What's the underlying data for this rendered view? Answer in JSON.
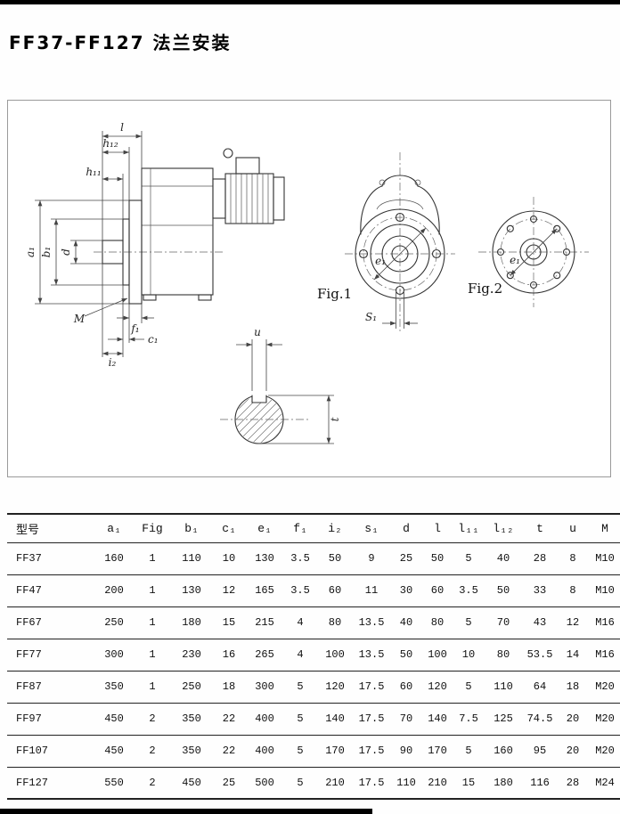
{
  "page": {
    "title": "FF37-FF127 法兰安装"
  },
  "drawing": {
    "fig1": "Fig.1",
    "fig2": "Fig.2",
    "labels": {
      "l": "l",
      "h12": "h₁₂",
      "h11": "h₁₁",
      "a1": "a₁",
      "b1": "b₁",
      "d": "d",
      "M": "M",
      "f1": "f₁",
      "i2": "i₂",
      "c1": "c₁",
      "e1": "e₁",
      "s1": "S₁",
      "u": "u",
      "t": "t"
    }
  },
  "table": {
    "headers": [
      "型号",
      "a₁",
      "Fig",
      "b₁",
      "c₁",
      "e₁",
      "f₁",
      "i₂",
      "s₁",
      "d",
      "l",
      "l₁₁",
      "l₁₂",
      "t",
      "u",
      "M"
    ],
    "rows": [
      [
        "FF37",
        "160",
        "1",
        "110",
        "10",
        "130",
        "3.5",
        "50",
        "9",
        "25",
        "50",
        "5",
        "40",
        "28",
        "8",
        "M10"
      ],
      [
        "FF47",
        "200",
        "1",
        "130",
        "12",
        "165",
        "3.5",
        "60",
        "11",
        "30",
        "60",
        "3.5",
        "50",
        "33",
        "8",
        "M10"
      ],
      [
        "FF67",
        "250",
        "1",
        "180",
        "15",
        "215",
        "4",
        "80",
        "13.5",
        "40",
        "80",
        "5",
        "70",
        "43",
        "12",
        "M16"
      ],
      [
        "FF77",
        "300",
        "1",
        "230",
        "16",
        "265",
        "4",
        "100",
        "13.5",
        "50",
        "100",
        "10",
        "80",
        "53.5",
        "14",
        "M16"
      ],
      [
        "FF87",
        "350",
        "1",
        "250",
        "18",
        "300",
        "5",
        "120",
        "17.5",
        "60",
        "120",
        "5",
        "110",
        "64",
        "18",
        "M20"
      ],
      [
        "FF97",
        "450",
        "2",
        "350",
        "22",
        "400",
        "5",
        "140",
        "17.5",
        "70",
        "140",
        "7.5",
        "125",
        "74.5",
        "20",
        "M20"
      ],
      [
        "FF107",
        "450",
        "2",
        "350",
        "22",
        "400",
        "5",
        "170",
        "17.5",
        "90",
        "170",
        "5",
        "160",
        "95",
        "20",
        "M20"
      ],
      [
        "FF127",
        "550",
        "2",
        "450",
        "25",
        "500",
        "5",
        "210",
        "17.5",
        "110",
        "210",
        "15",
        "180",
        "116",
        "28",
        "M24"
      ]
    ]
  }
}
